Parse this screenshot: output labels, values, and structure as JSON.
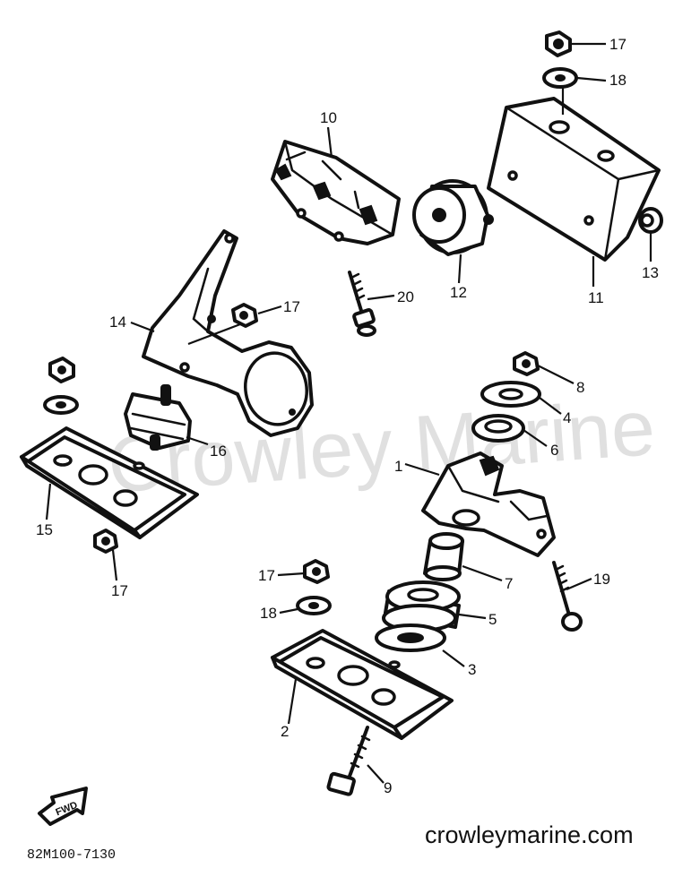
{
  "diagram": {
    "watermark": "Crowley Marine",
    "diagram_code": "82M100-7130",
    "website": "crowleymarine.com",
    "fwd_label": "FWD",
    "callouts": [
      "17",
      "18",
      "10",
      "12",
      "20",
      "11",
      "13",
      "14",
      "17",
      "16",
      "15",
      "17",
      "1",
      "8",
      "4",
      "6",
      "7",
      "19",
      "17",
      "18",
      "5",
      "3",
      "2",
      "9"
    ]
  }
}
